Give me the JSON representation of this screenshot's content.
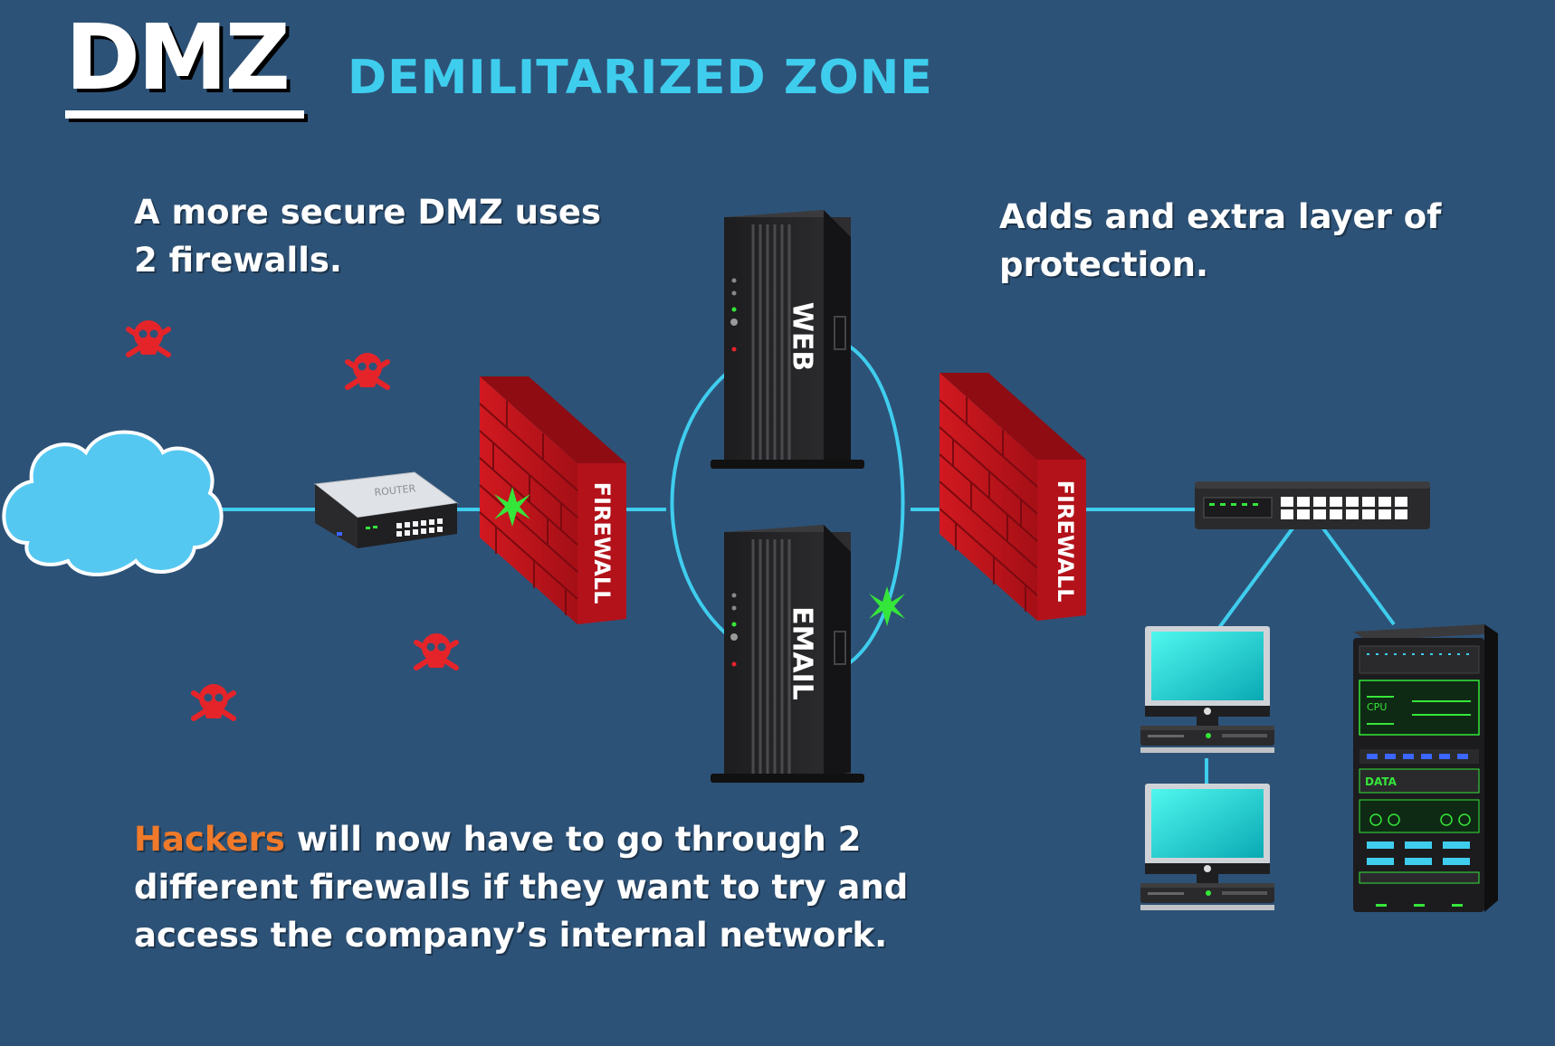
{
  "header": {
    "title": "DMZ",
    "subtitle": "DEMILITARIZED ZONE"
  },
  "captions": {
    "left_line1": "A more secure DMZ uses",
    "left_line2": "2 firewalls.",
    "right_line1": "Adds and extra layer of",
    "right_line2": "protection.",
    "bottom_highlight": "Hackers",
    "bottom_rest_line1": " will now have to go through 2",
    "bottom_line2": "different firewalls if they want to try and",
    "bottom_line3": "access the company’s internal network."
  },
  "devices": {
    "router_label": "ROUTER",
    "firewall_left_label": "FIREWALL",
    "firewall_right_label": "FIREWALL",
    "web_server_label": "WEB",
    "email_server_label": "EMAIL",
    "rack_cpu_label": "CPU",
    "rack_data_label": "DATA"
  },
  "colors": {
    "background": "#2d5277",
    "link_line": "#3fcdee",
    "hacker_highlight": "#f07a2a",
    "firewall_brick": "#c0141c",
    "blocked_marker": "#35e63a",
    "skull": "#e5242a"
  },
  "icons": [
    "cloud-icon",
    "router-icon",
    "firewall-icon",
    "web-server-icon",
    "email-server-icon",
    "switch-icon",
    "desktop-computer-icon",
    "server-rack-icon",
    "skull-icon",
    "blocked-marker-icon"
  ]
}
